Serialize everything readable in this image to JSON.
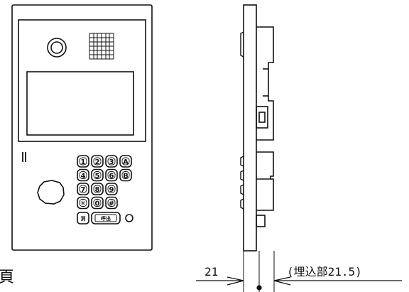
{
  "front_view": {
    "keypad_keys": [
      "1",
      "2",
      "3",
      "A",
      "4",
      "5",
      "6",
      "B",
      "7",
      "8",
      "9",
      "",
      "✳",
      "0",
      "#",
      ""
    ],
    "call_button_label": "呼出",
    "small_key_label": "消"
  },
  "side_view": {
    "dimension_left": "21",
    "dimension_right": "(埋込部21.5)"
  },
  "caption_fragment": "頁"
}
